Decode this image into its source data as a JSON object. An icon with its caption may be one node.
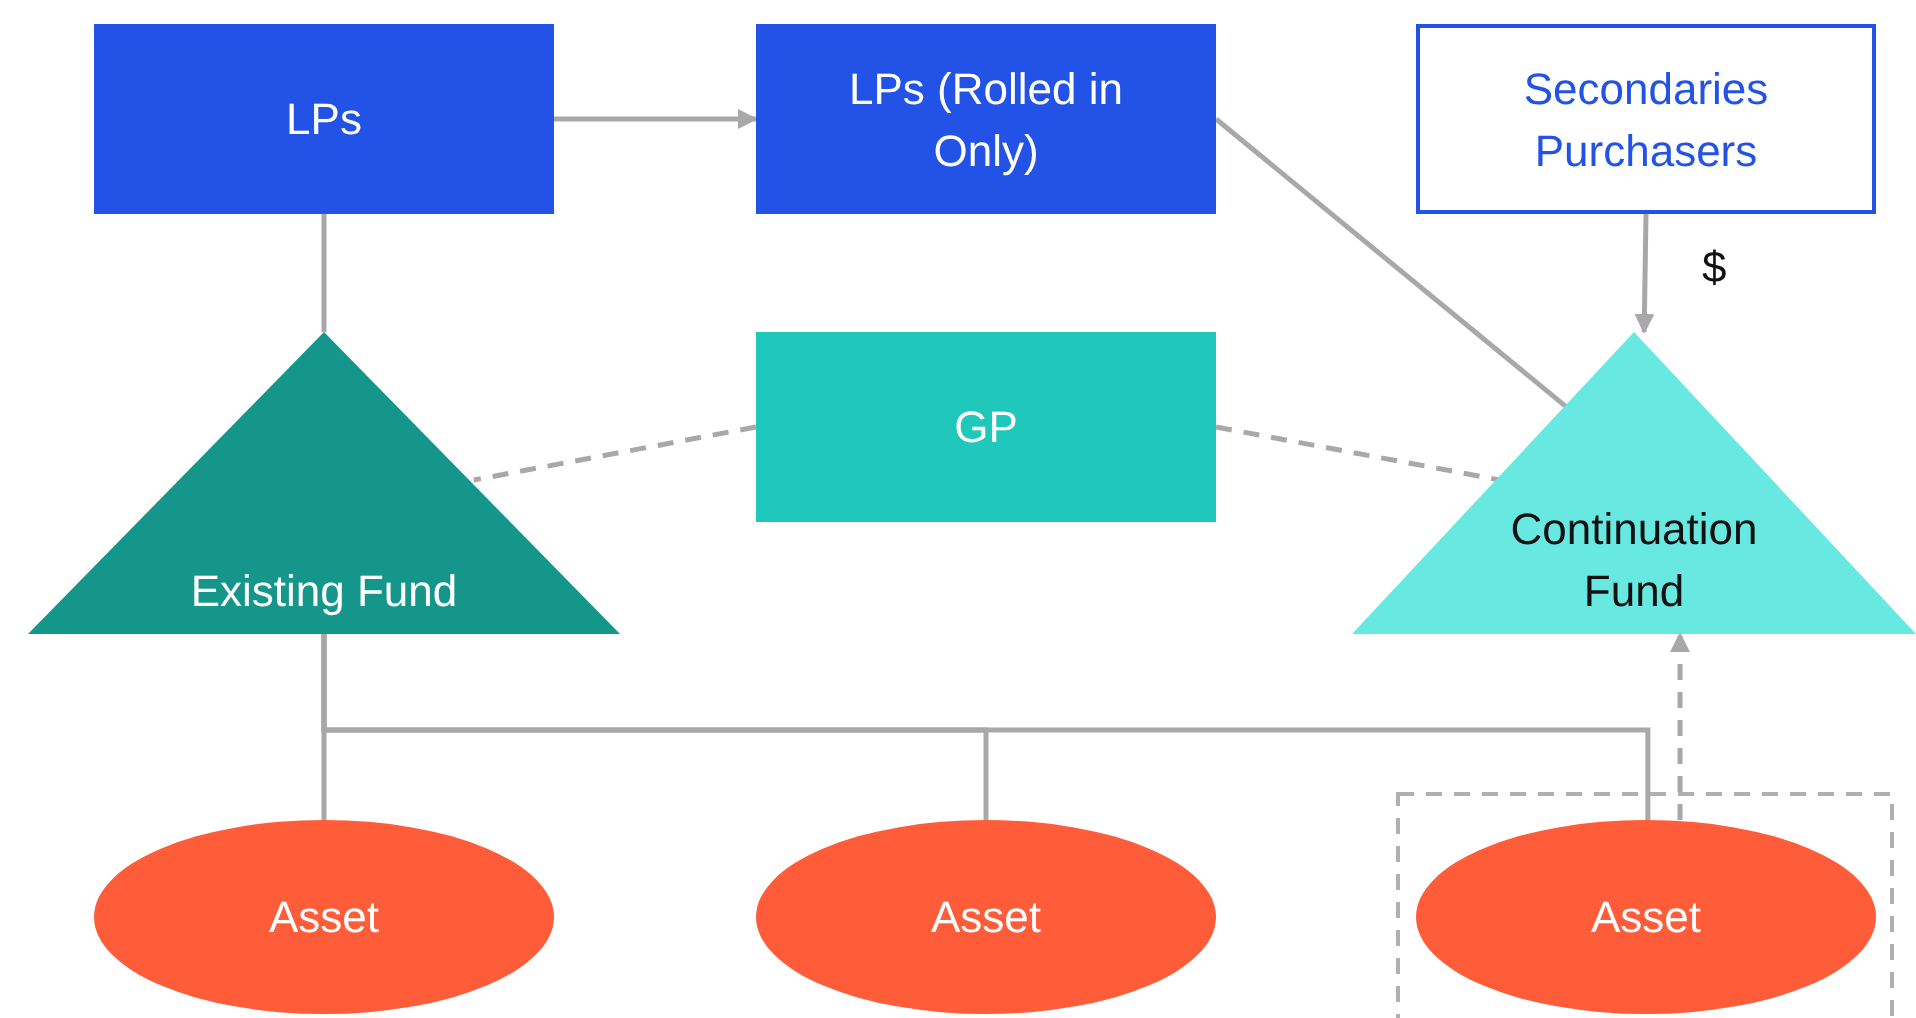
{
  "diagram": {
    "nodes": [
      {
        "text": [
          "LPs"
        ]
      },
      {
        "text": [
          "LPs (Rolled in Only)"
        ]
      },
      {
        "text": [
          "Secondaries Purchasers"
        ]
      },
      {
        "text": [
          "Existing Fund"
        ]
      },
      {
        "text": [
          "GP"
        ]
      },
      {
        "text": [
          "Continuation Fund"
        ]
      },
      {
        "text": [
          "Asset"
        ]
      },
      {
        "text": [
          "Asset"
        ]
      },
      {
        "text": [
          "Asset"
        ]
      }
    ],
    "edges": [
      {
        "from": 0,
        "to": 1,
        "arrow": "to"
      },
      {
        "from": 0,
        "to": 3,
        "arrow": "none"
      },
      {
        "from": 1,
        "to": 5,
        "arrow": "none"
      },
      {
        "from": 2,
        "to": 5,
        "arrow": "to",
        "label": "$"
      },
      {
        "from": 4,
        "to": 3,
        "arrow": "none",
        "style": "dashed"
      },
      {
        "from": 4,
        "to": 5,
        "arrow": "none",
        "style": "dashed"
      },
      {
        "from": 3,
        "to": 6,
        "arrow": "none"
      },
      {
        "from": 3,
        "to": 7,
        "arrow": "none"
      },
      {
        "from": 3,
        "to": 8,
        "arrow": "none"
      },
      {
        "from": 8,
        "to": 5,
        "arrow": "to",
        "style": "dashed"
      }
    ]
  }
}
